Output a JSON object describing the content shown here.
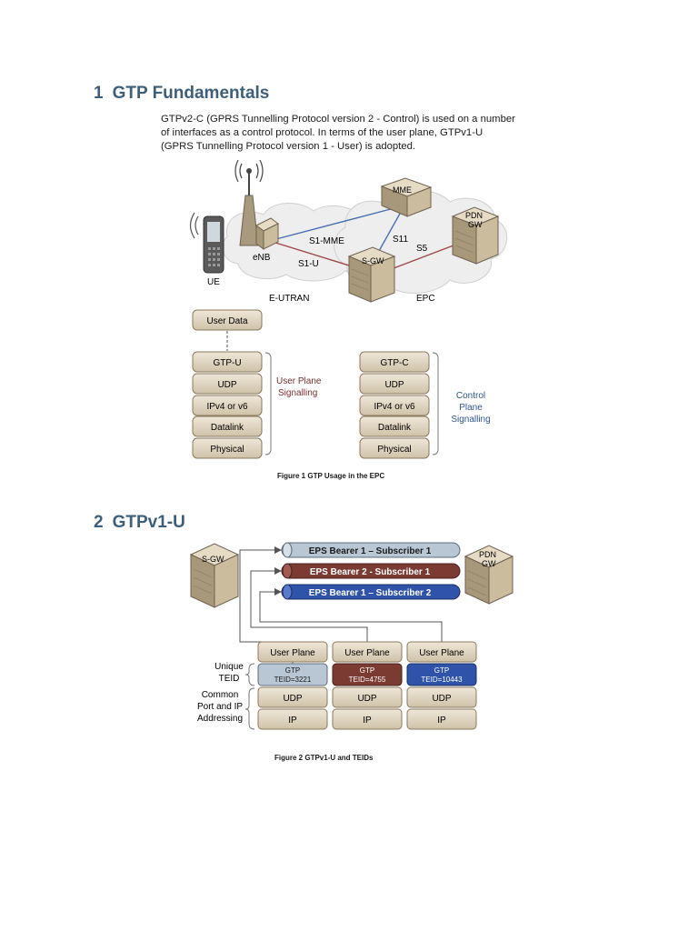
{
  "section1": {
    "number": "1",
    "title": "GTP Fundamentals",
    "intro_lines": [
      "GTPv2-C (GPRS Tunnelling Protocol version 2 - Control) is used on a number",
      "of interfaces as a control protocol. In terms of the user plane, GTPv1-U",
      "(GPRS Tunnelling Protocol version 1 - User) is adopted."
    ],
    "figure1": {
      "nodes": {
        "mme": "MME",
        "pdn_gw_line1": "PDN",
        "pdn_gw_line2": "GW",
        "enb": "eNB",
        "sgw": "S-GW",
        "ue": "UE"
      },
      "interfaces": {
        "s1_mme": "S1-MME",
        "s11": "S11",
        "s5": "S5",
        "s1_u": "S1-U"
      },
      "regions": {
        "eutran": "E-UTRAN",
        "epc": "EPC"
      },
      "user_plane_stack": [
        "User Data",
        "GTP-U",
        "UDP",
        "IPv4 or v6",
        "Datalink",
        "Physical"
      ],
      "user_plane_label_lines": [
        "User Plane",
        "Signalling"
      ],
      "control_plane_stack": [
        "GTP-C",
        "UDP",
        "IPv4 or v6",
        "Datalink",
        "Physical"
      ],
      "control_plane_label_lines": [
        "Control",
        "Plane",
        "Signalling"
      ],
      "caption": "Figure 1 GTP Usage in the EPC",
      "colors": {
        "user_plane_label": "#7a2e2e",
        "control_plane_label": "#2f5597",
        "s1_mme_line": "#4a6fb5",
        "s5_line": "#a04848"
      }
    }
  },
  "section2": {
    "number": "2",
    "title": "GTPv1-U",
    "figure2": {
      "sgw": "S-GW",
      "pdn_gw_line1": "PDN",
      "pdn_gw_line2": "GW",
      "bearers": [
        {
          "label": "EPS Bearer 1 – Subscriber 1",
          "color": "#b9c6d3",
          "text_color": "#1a1a1a"
        },
        {
          "label": "EPS Bearer 2 - Subscriber 1",
          "color": "#7b3b33",
          "text_color": "#ffffff"
        },
        {
          "label": "EPS Bearer 1 – Subscriber 2",
          "color": "#2f53a8",
          "text_color": "#ffffff"
        }
      ],
      "stacks": [
        {
          "user_plane": "User Plane",
          "gtp": "GTP",
          "teid": "TEID=3221",
          "udp": "UDP",
          "ip": "IP",
          "gtp_color": "#b9c6d3",
          "gtp_text": "#1a1a1a"
        },
        {
          "user_plane": "User Plane",
          "gtp": "GTP",
          "teid": "TEID=4755",
          "udp": "UDP",
          "ip": "IP",
          "gtp_color": "#7b3b33",
          "gtp_text": "#ffffff"
        },
        {
          "user_plane": "User Plane",
          "gtp": "GTP",
          "teid": "TEID=10443",
          "udp": "UDP",
          "ip": "IP",
          "gtp_color": "#2f53a8",
          "gtp_text": "#ffffff"
        }
      ],
      "side_labels": {
        "unique_teid_lines": [
          "Unique",
          "TEID"
        ],
        "common_lines": [
          "Common",
          "Port and IP",
          "Addressing"
        ]
      },
      "caption": "Figure 2 GTPv1-U and TEIDs"
    }
  }
}
